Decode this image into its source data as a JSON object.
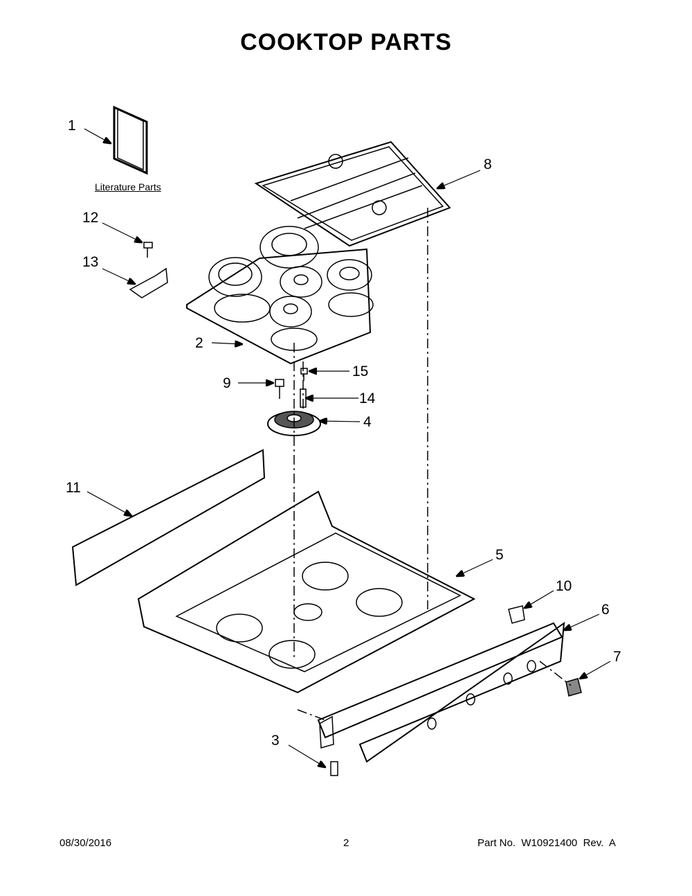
{
  "title": "COOKTOP PARTS",
  "literature_label": "Literature Parts",
  "callouts": [
    "1",
    "2",
    "3",
    "4",
    "5",
    "6",
    "7",
    "8",
    "9",
    "10",
    "11",
    "12",
    "13",
    "14",
    "15"
  ],
  "footer": {
    "date": "08/30/2016",
    "page": "2",
    "part_no": "Part No.  W10921400  Rev.  A"
  }
}
